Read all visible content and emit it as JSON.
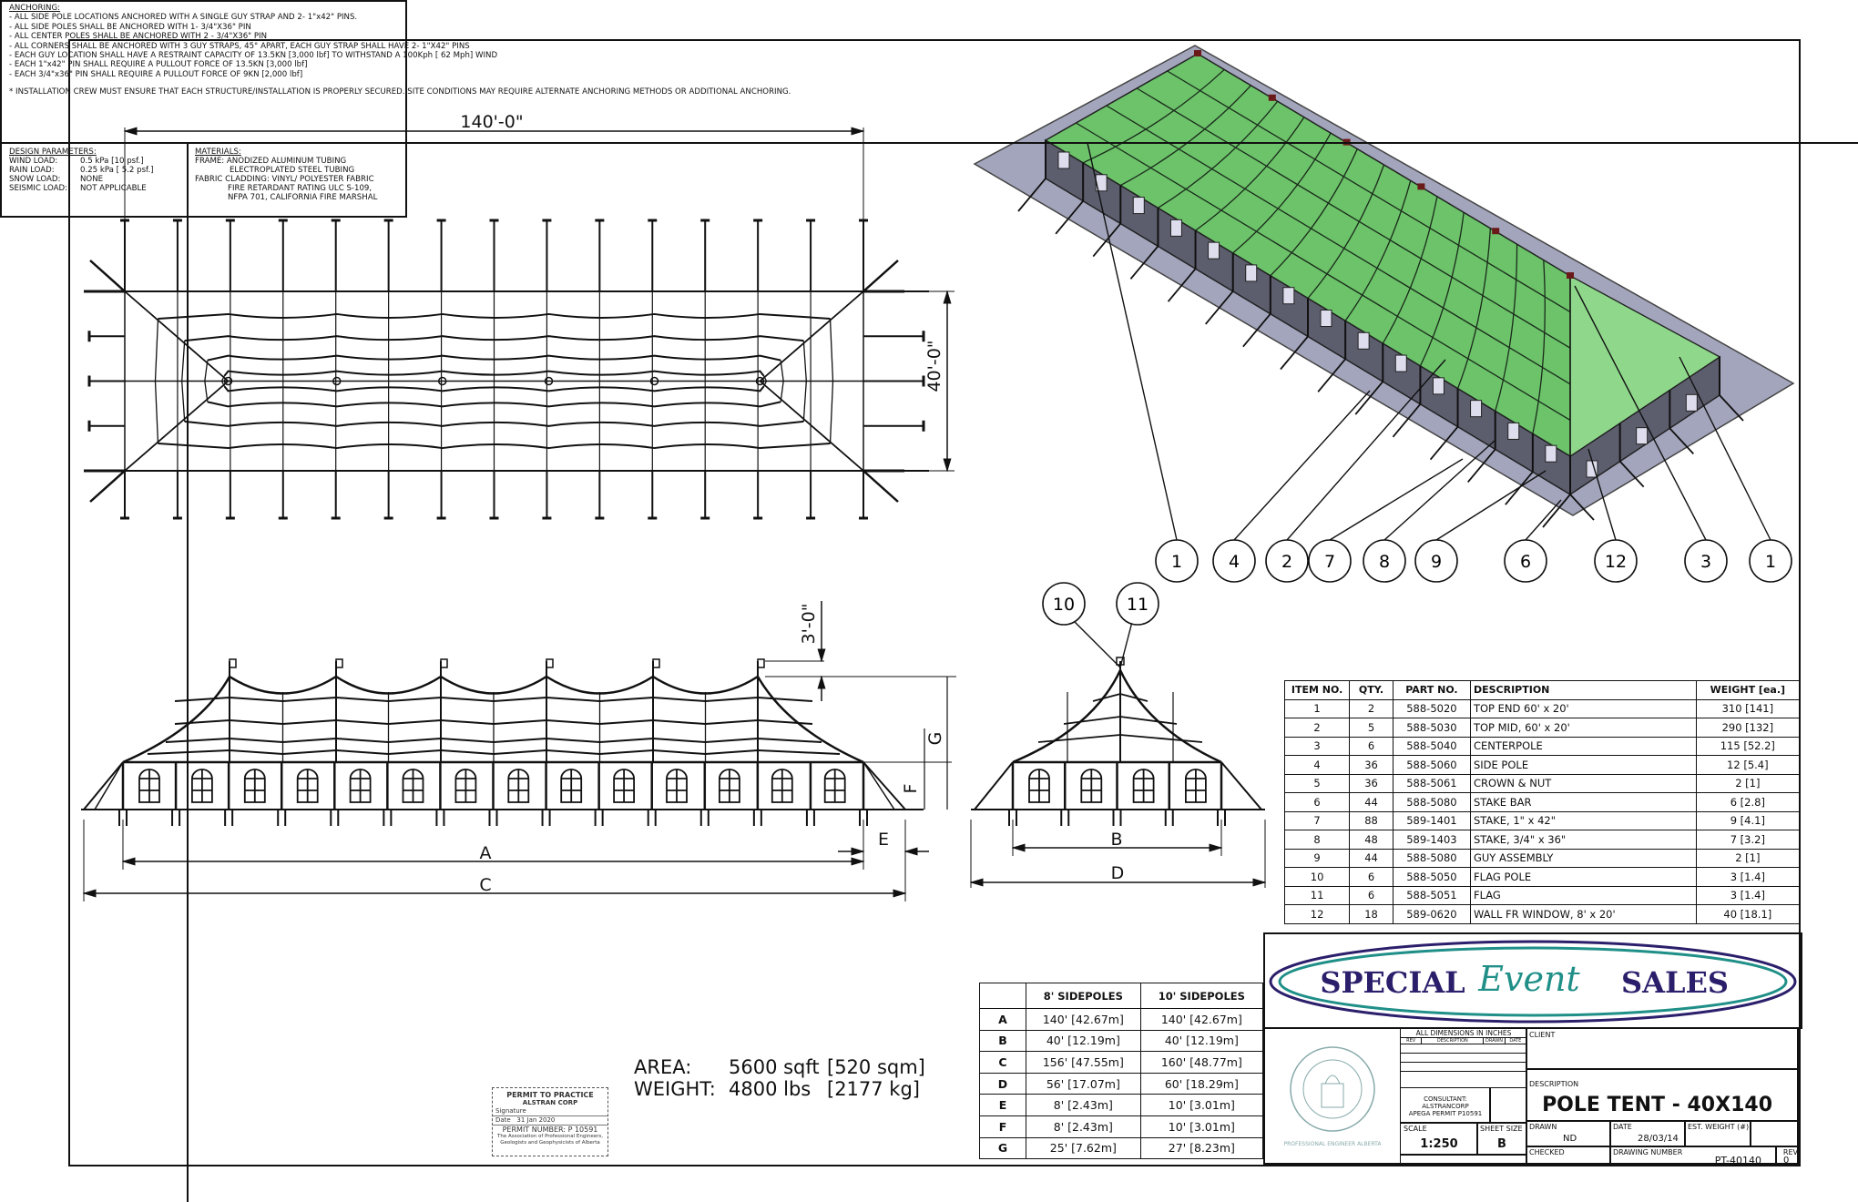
{
  "plan_view": {
    "length_dim": "140'-0\"",
    "width_dim": "40'-0\""
  },
  "side_elevation": {
    "flag_dim": "3'-0\"",
    "labels": {
      "A": "A",
      "C": "C",
      "E": "E",
      "F": "F",
      "G": "G"
    }
  },
  "end_elevation": {
    "labels": {
      "B": "B",
      "D": "D"
    }
  },
  "callouts": {
    "isometric": [
      "1",
      "4",
      "2",
      "7",
      "8",
      "9",
      "6",
      "12",
      "3",
      "1"
    ],
    "end": [
      "10",
      "11"
    ]
  },
  "colors": {
    "fabric": "#6cc36a",
    "fabric_dark": "#4e9a4d",
    "ground": "#a3a5bc",
    "wall": "#5c5e6e",
    "logo_navy": "#2b1f6b",
    "logo_teal": "#1f8f88"
  },
  "parts_table": {
    "headers": [
      "ITEM NO.",
      "QTY.",
      "PART NO.",
      "DESCRIPTION",
      "WEIGHT [ea.]"
    ],
    "rows": [
      [
        "1",
        "2",
        "588-5020",
        "TOP END 60' x 20'",
        "310 [141]"
      ],
      [
        "2",
        "5",
        "588-5030",
        "TOP MID, 60' x 20'",
        "290 [132]"
      ],
      [
        "3",
        "6",
        "588-5040",
        "CENTERPOLE",
        "115 [52.2]"
      ],
      [
        "4",
        "36",
        "588-5060",
        "SIDE POLE",
        "12 [5.4]"
      ],
      [
        "5",
        "36",
        "588-5061",
        "CROWN & NUT",
        "2 [1]"
      ],
      [
        "6",
        "44",
        "588-5080",
        "STAKE BAR",
        "6 [2.8]"
      ],
      [
        "7",
        "88",
        "589-1401",
        "STAKE, 1\" x 42\"",
        "9 [4.1]"
      ],
      [
        "8",
        "48",
        "589-1403",
        "STAKE, 3/4\" x 36\"",
        "7 [3.2]"
      ],
      [
        "9",
        "44",
        "588-5080",
        "GUY ASSEMBLY",
        "2 [1]"
      ],
      [
        "10",
        "6",
        "588-5050",
        "FLAG POLE",
        "3 [1.4]"
      ],
      [
        "11",
        "6",
        "588-5051",
        "FLAG",
        "3 [1.4]"
      ],
      [
        "12",
        "18",
        "589-0620",
        "WALL FR WINDOW, 8' x 20'",
        "40 [18.1]"
      ]
    ]
  },
  "dims_table": {
    "headers": [
      "",
      "8' SIDEPOLES",
      "10' SIDEPOLES"
    ],
    "rows": [
      [
        "A",
        "140' [42.67m]",
        "140' [42.67m]"
      ],
      [
        "B",
        "40' [12.19m]",
        "40' [12.19m]"
      ],
      [
        "C",
        "156' [47.55m]",
        "160' [48.77m]"
      ],
      [
        "D",
        "56' [17.07m]",
        "60' [18.29m]"
      ],
      [
        "E",
        "8' [2.43m]",
        "10' [3.01m]"
      ],
      [
        "F",
        "8' [2.43m]",
        "10' [3.01m]"
      ],
      [
        "G",
        "25' [7.62m]",
        "27' [8.23m]"
      ]
    ]
  },
  "notes": {
    "anchoring_title": "ANCHORING:",
    "anchoring": [
      "- ALL SIDE POLE LOCATIONS ANCHORED WITH A SINGLE GUY STRAP AND 2- 1\"x42\" PINS.",
      "- ALL SIDE POLES SHALL BE ANCHORED WITH 1- 3/4\"X36\" PIN",
      "- ALL CENTER POLES SHALL BE ANCHORED WITH 2 - 3/4\"X36\" PIN",
      "- ALL CORNERS SHALL BE ANCHORED WITH 3 GUY STRAPS, 45° APART, EACH GUY STRAP SHALL HAVE 2- 1\"X42\" PINS",
      "- EACH GUY LOCATION SHALL HAVE A RESTRAINT CAPACITY OF 13.5KN [3,000 lbf] TO WITHSTAND A 100Kph [ 62 Mph] WIND",
      "- EACH 1\"x42\" PIN SHALL REQUIRE A PULLOUT FORCE OF 13.5KN [3,000 lbf]",
      "- EACH 3/4\"x36\" PIN SHALL REQUIRE A PULLOUT FORCE OF 9KN [2,000 lbf]"
    ],
    "installation": "* INSTALLATION CREW MUST ENSURE THAT EACH STRUCTURE/INSTALLATION IS PROPERLY SECURED.  SITE CONDITIONS MAY REQUIRE ALTERNATE ANCHORING METHODS OR ADDITIONAL ANCHORING.",
    "design_title": "DESIGN PARAMETERS:",
    "design": [
      [
        "WIND LOAD:",
        "0.5 kPa  [10 psf.]"
      ],
      [
        "RAIN LOAD:",
        "0.25 kPa [ 5.2 psf.]"
      ],
      [
        "SNOW LOAD:",
        "NONE"
      ],
      [
        "SEISMIC LOAD:",
        "NOT APPLICABLE"
      ]
    ],
    "materials_title": "MATERIALS:",
    "materials": [
      "FRAME: ANODIZED ALUMINUM TUBING",
      "ELECTROPLATED STEEL TUBING",
      "FABRIC CLADDING: VINYL/ POLYESTER FABRIC",
      "FIRE RETARDANT RATING  ULC S-109,",
      "NFPA 701,  CALIFORNIA FIRE MARSHAL"
    ]
  },
  "permit_stamp": {
    "title": "PERMIT TO PRACTICE",
    "company": "ALSTRAN CORP",
    "signature_label": "Signature",
    "date_label": "Date",
    "date": "31 Jan 2020",
    "permit_number": "PERMIT NUMBER:  P 10591",
    "association": "The Association of Professional Engineers, Geologists and Geophysicists of Alberta"
  },
  "summary": {
    "area_label": "AREA:",
    "area_value": "5600 sqft",
    "area_metric": "[520 sqm]",
    "weight_label": "WEIGHT:",
    "weight_value": "4800 lbs",
    "weight_metric": "[2177 kg]"
  },
  "logo": {
    "word1": "SPECIAL",
    "word2": "Event",
    "word3": "SALES"
  },
  "seal": {
    "text": "PROFESSIONAL ENGINEER ALBERTA"
  },
  "title_block": {
    "units": "ALL DIMENSIONS IN INCHES",
    "rev_headers": [
      "REV",
      "DESCRIPTION",
      "DRAWN",
      "DATE"
    ],
    "consultant": [
      "CONSULTANT:",
      "ALSTRANCORP",
      "APEGA PERMIT P10591"
    ],
    "scale_label": "SCALE",
    "scale": "1:250",
    "sheet_label": "SHEET SIZE",
    "sheet": "B",
    "client_label": "CLIENT",
    "description_label": "DESCRIPTION",
    "title": "POLE TENT - 40X140",
    "drawn_label": "DRAWN",
    "drawn": "ND",
    "date_label": "DATE",
    "date": "28/03/14",
    "weight_label": "EST. WEIGHT (#)",
    "checked_label": "CHECKED",
    "drawing_number_label": "DRAWING NUMBER",
    "drawing_number": "PT-40140",
    "rev_label": "REV",
    "rev": "0"
  }
}
